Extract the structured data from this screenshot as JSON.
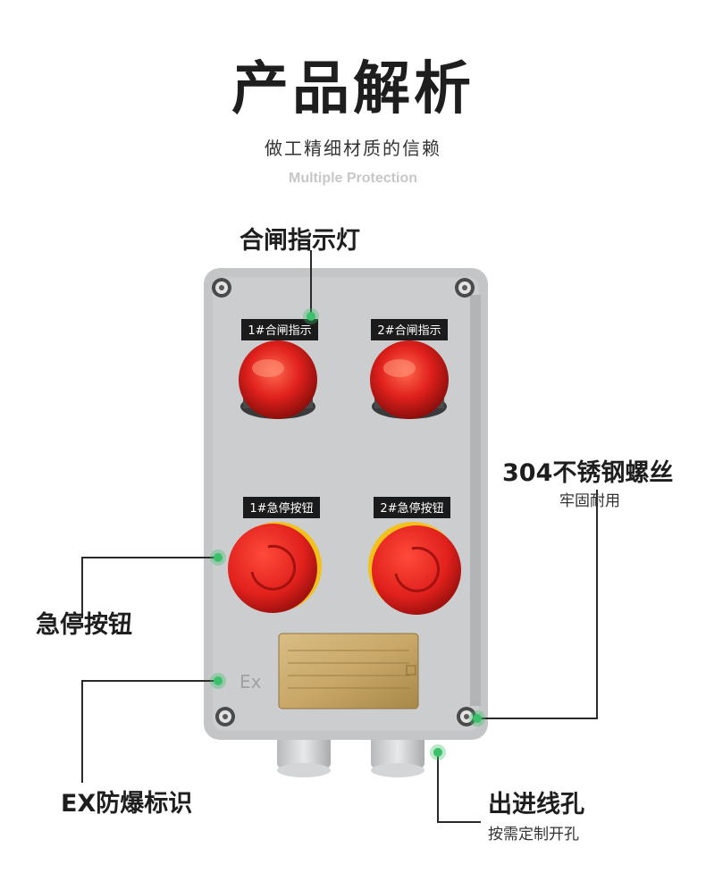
{
  "header": {
    "title": "产品解析",
    "subtitle": "做工精细材质的信赖",
    "subtitle_en": "Multiple Protection"
  },
  "callouts": {
    "indicator": "合闸指示灯",
    "screw_title": "304不锈钢螺丝",
    "screw_sub": "牢固耐用",
    "estop": "急停按钮",
    "ex_mark": "EX防爆标识",
    "entry_title": "出进线孔",
    "entry_sub": "按需定制开孔"
  },
  "device": {
    "label_ind1": "1#合闸指示",
    "label_ind2": "2#合闸指示",
    "label_btn1": "1#急停按钮",
    "label_btn2": "2#急停按钮"
  },
  "colors": {
    "accent": "#3cc06a",
    "housing": "#c9cbcd",
    "lamp_red": "#e0201c",
    "button_yellow": "#f2c21a",
    "plate_gold": "#c9a86a"
  }
}
